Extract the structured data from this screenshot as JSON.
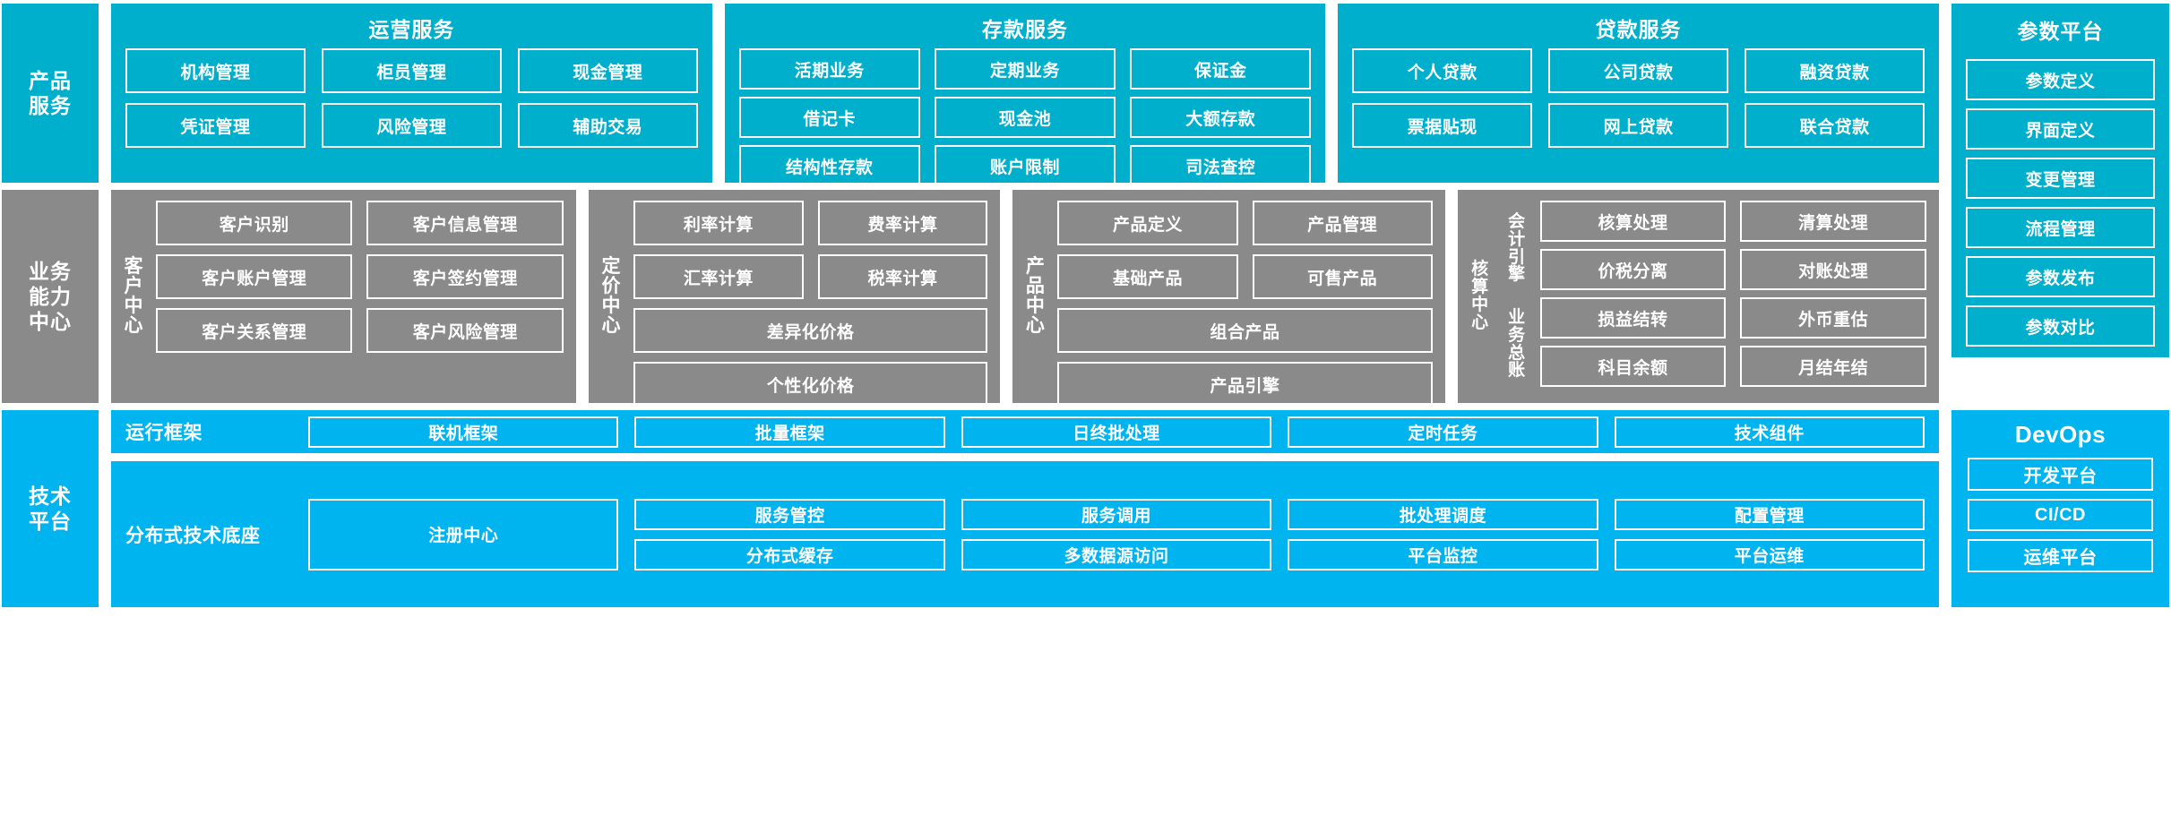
{
  "colors": {
    "cyan": "#00AFCC",
    "gray": "#8A8A8A",
    "blue": "#00B4F0",
    "box_border": "#FFFFFF",
    "text": "#FFFFFF"
  },
  "layers": {
    "product_service": {
      "rail_label_line1": "产品",
      "rail_label_line2": "服务",
      "groups": [
        {
          "title": "运营服务",
          "boxes": [
            "机构管理",
            "柜员管理",
            "现金管理",
            "凭证管理",
            "风险管理",
            "辅助交易"
          ]
        },
        {
          "title": "存款服务",
          "boxes": [
            "活期业务",
            "定期业务",
            "保证金",
            "借记卡",
            "现金池",
            "大额存款",
            "结构性存款",
            "账户限制",
            "司法查控"
          ]
        },
        {
          "title": "贷款服务",
          "boxes": [
            "个人贷款",
            "公司贷款",
            "融资贷款",
            "票据贴现",
            "网上贷款",
            "联合贷款"
          ]
        }
      ]
    },
    "business_capability": {
      "rail_label_line1": "业务",
      "rail_label_line2": "能力",
      "rail_label_line3": "中心",
      "modules": [
        {
          "name": "客户中心",
          "vertical_chars": [
            "客",
            "户",
            "中",
            "心"
          ],
          "boxes": [
            "客户识别",
            "客户信息管理",
            "客户账户管理",
            "客户签约管理",
            "客户关系管理",
            "客户风险管理"
          ]
        },
        {
          "name": "定价中心",
          "vertical_chars": [
            "定",
            "价",
            "中",
            "心"
          ],
          "boxes": [
            "利率计算",
            "费率计算",
            "汇率计算",
            "税率计算",
            "差异化价格",
            "个性化价格"
          ]
        },
        {
          "name": "产品中心",
          "vertical_chars": [
            "产",
            "品",
            "中",
            "心"
          ],
          "boxes": [
            "产品定义",
            "产品管理",
            "基础产品",
            "可售产品",
            "组合产品",
            "产品引擎"
          ]
        },
        {
          "name": "核算中心",
          "vertical_chars": [
            "核",
            "算",
            "中",
            "心"
          ],
          "sub_labels": [
            {
              "chars": [
                "会",
                "计",
                "引",
                "擎"
              ]
            },
            {
              "chars": [
                "业",
                "务",
                "总",
                "账"
              ]
            }
          ],
          "boxes": [
            "核算处理",
            "清算处理",
            "价税分离",
            "对账处理",
            "损益结转",
            "外币重估",
            "科目余额",
            "月结年结"
          ]
        }
      ]
    },
    "technology_platform": {
      "rail_label_line1": "技术",
      "rail_label_line2": "平台",
      "rows": [
        {
          "label": "运行框架",
          "boxes": [
            "联机框架",
            "批量框架",
            "日终批处理",
            "定时任务",
            "技术组件"
          ]
        },
        {
          "label": "分布式技术底座",
          "registry_box": "注册中心",
          "boxes_row1": [
            "服务管控",
            "服务调用",
            "批处理调度",
            "配置管理"
          ],
          "boxes_row2": [
            "分布式缓存",
            "多数据源访问",
            "平台监控",
            "平台运维"
          ]
        }
      ]
    }
  },
  "right_column": {
    "parameter_platform": {
      "title": "参数平台",
      "items": [
        "参数定义",
        "界面定义",
        "变更管理",
        "流程管理",
        "参数发布",
        "参数对比"
      ]
    },
    "devops": {
      "title": "DevOps",
      "items": [
        "开发平台",
        "CI/CD",
        "运维平台"
      ]
    }
  }
}
